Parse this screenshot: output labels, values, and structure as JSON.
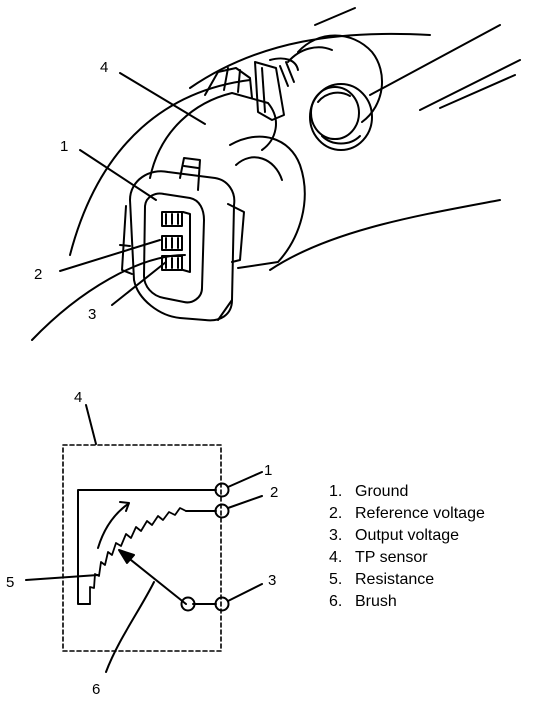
{
  "callouts": {
    "upper_4": "4",
    "upper_1": "1",
    "upper_2": "2",
    "upper_3": "3",
    "lower_4": "4",
    "lower_1": "1",
    "lower_2": "2",
    "lower_3": "3",
    "lower_5": "5",
    "lower_6": "6"
  },
  "legend": [
    {
      "num": "1.",
      "label": "Ground"
    },
    {
      "num": "2.",
      "label": "Reference voltage"
    },
    {
      "num": "3.",
      "label": "Output voltage"
    },
    {
      "num": "4.",
      "label": "TP sensor"
    },
    {
      "num": "5.",
      "label": "Resistance"
    },
    {
      "num": "6.",
      "label": "Brush"
    }
  ]
}
